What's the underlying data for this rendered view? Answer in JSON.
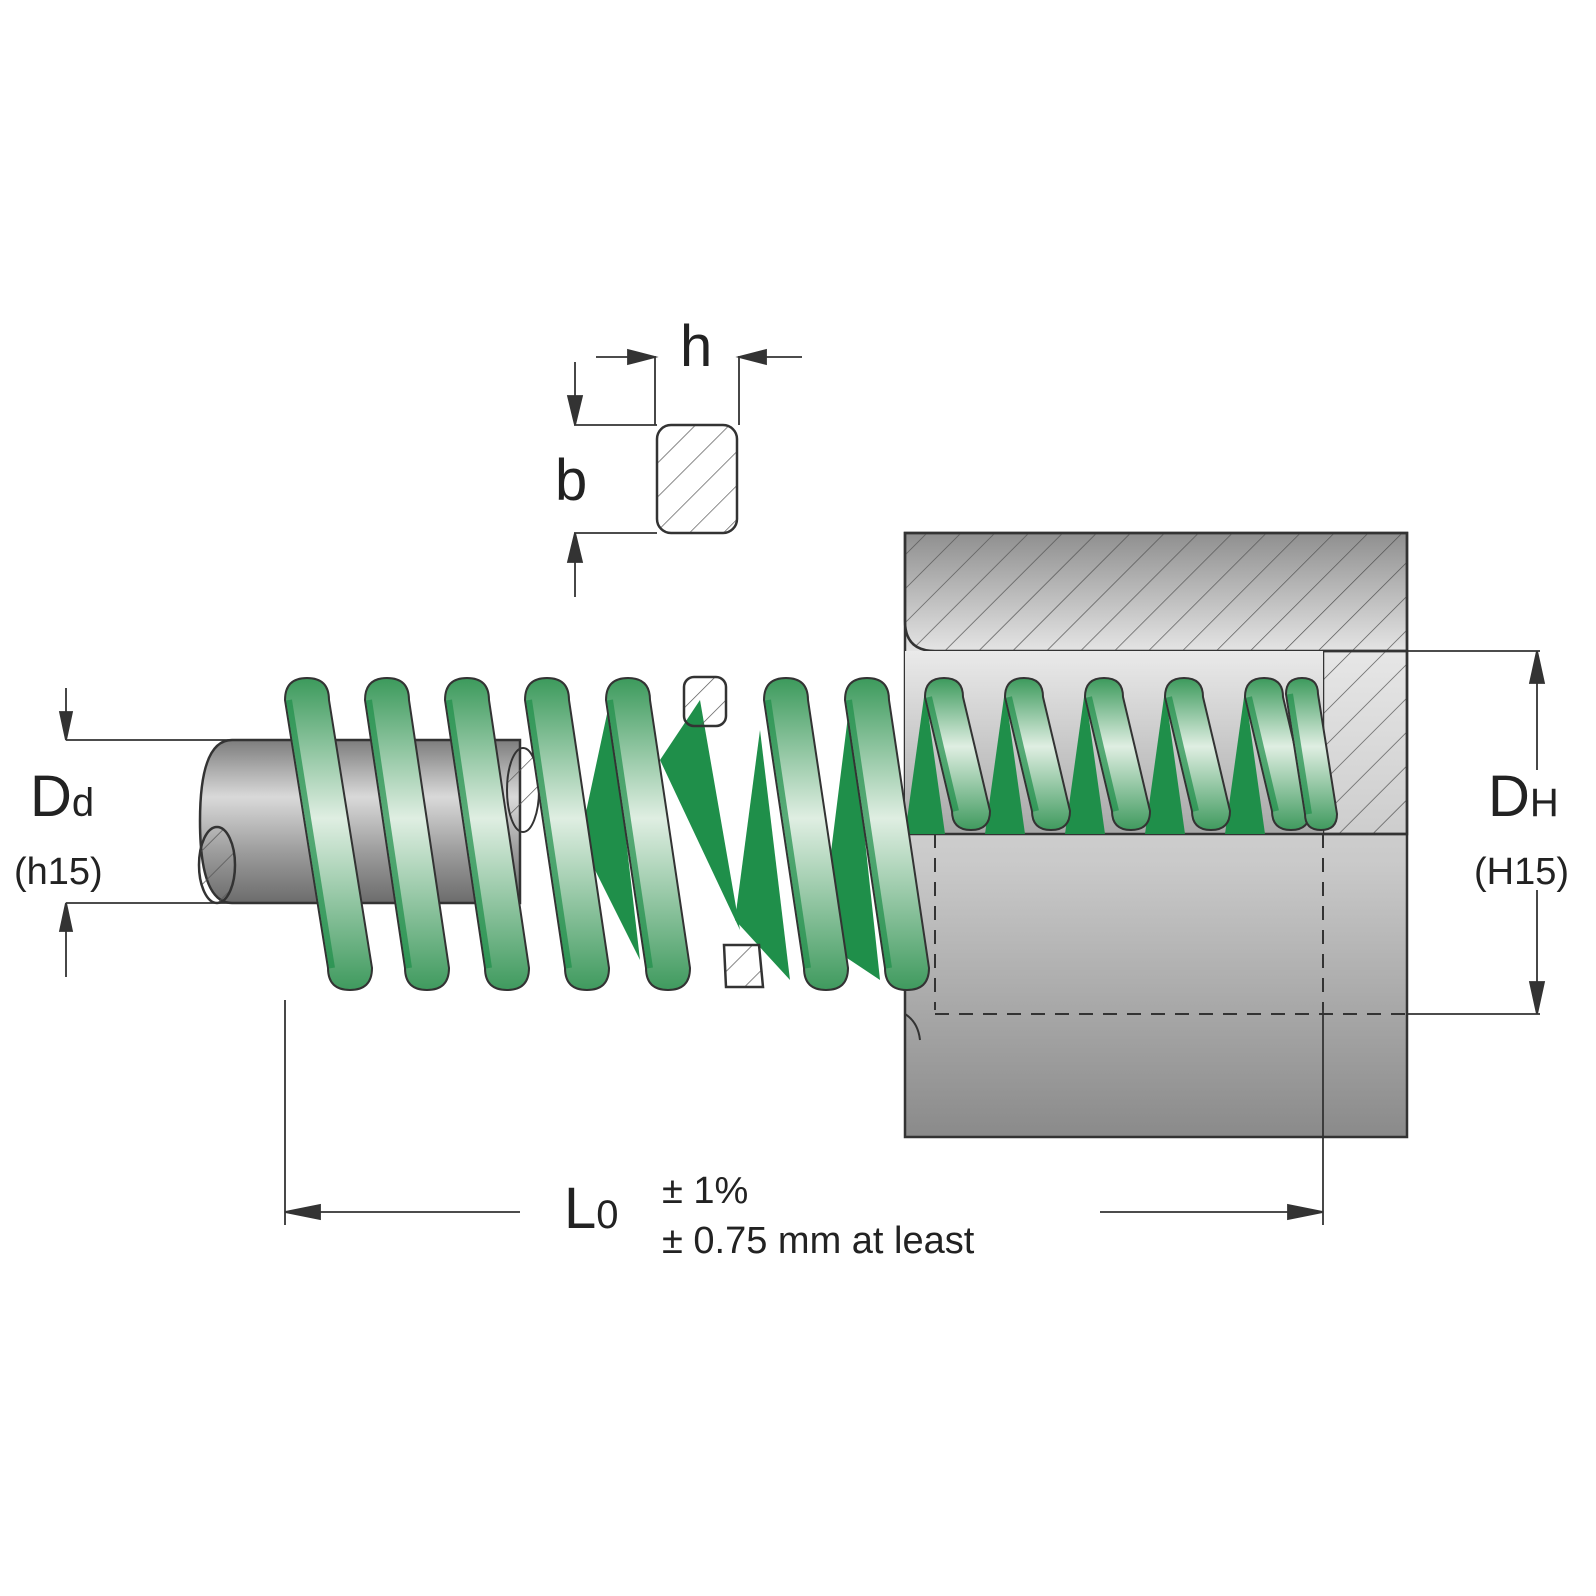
{
  "labels": {
    "h": "h",
    "b": "b",
    "dd_main": "D",
    "dd_sub": "d",
    "dd_tol": "(h15)",
    "dh_main": "D",
    "dh_sub": "H",
    "dh_tol": "(H15)",
    "l0_main": "L",
    "l0_sub": "0",
    "l0_tol_pct": "± 1%",
    "l0_tol_mm": "± 0.75 mm at least"
  },
  "colors": {
    "spring_green": "#1f8f4a",
    "spring_light": "#cfe6d3",
    "rod_gray": "#8c8c8c",
    "housing_gray": "#a3a3a3",
    "line": "#333333"
  }
}
